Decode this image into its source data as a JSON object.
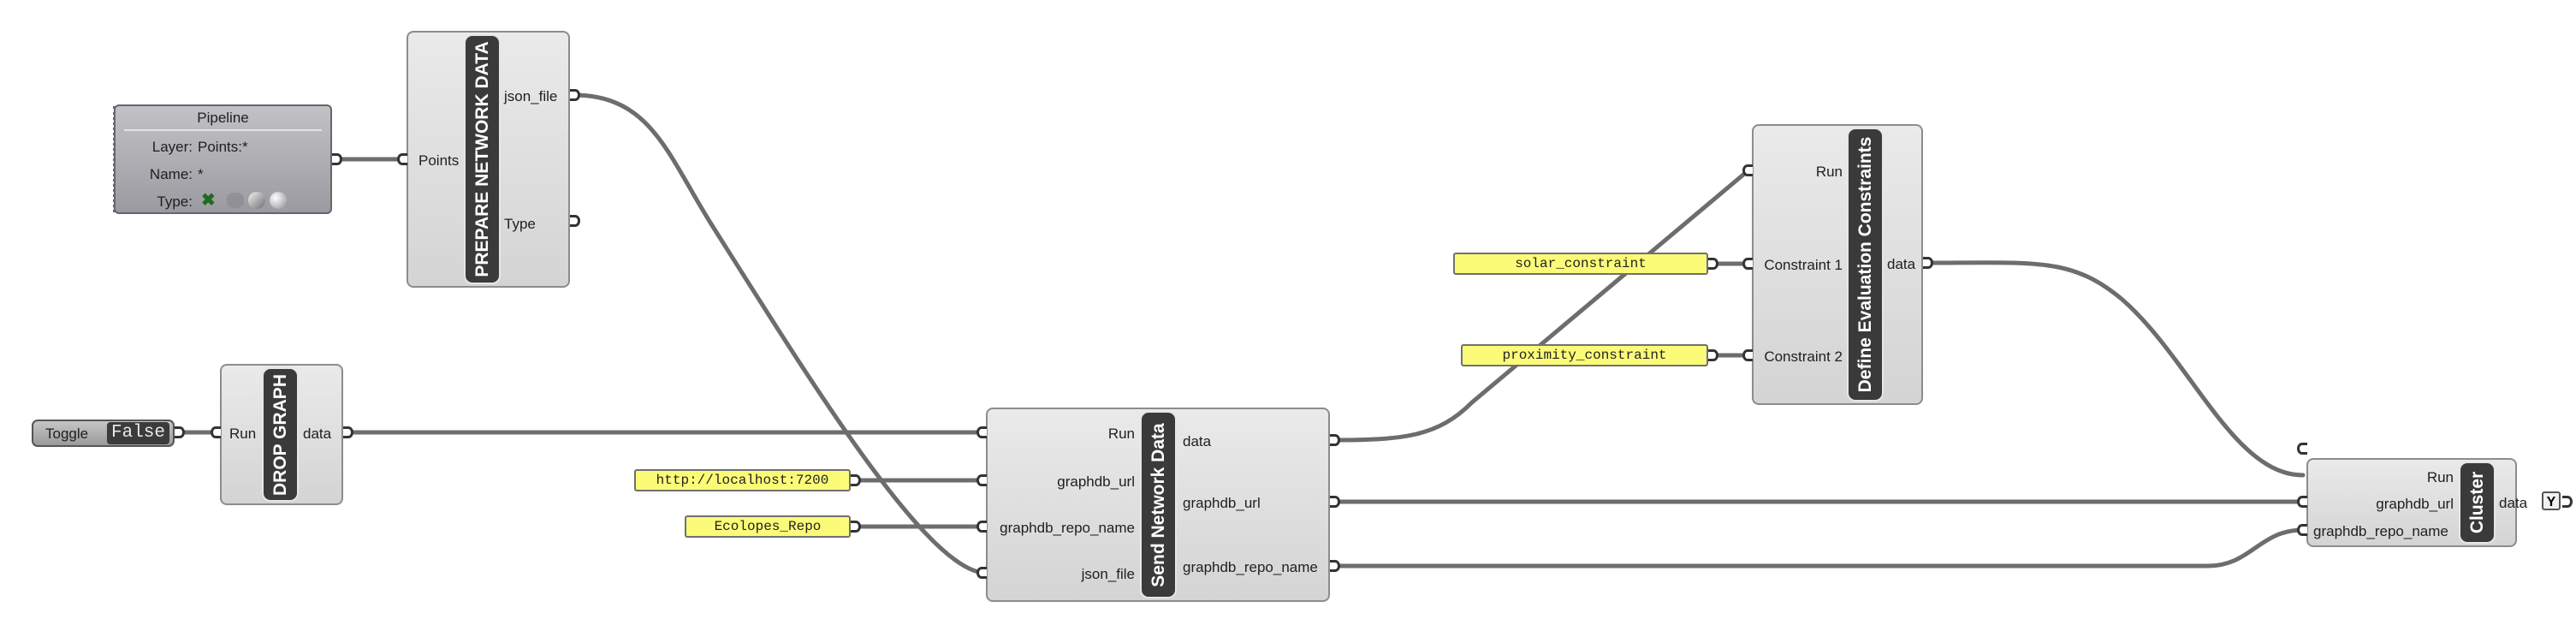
{
  "components": {
    "pipeline": {
      "title": "Pipeline",
      "layer_label": "Layer:",
      "layer_value": "Points:*",
      "name_label": "Name:",
      "name_value": "*",
      "type_label": "Type:"
    },
    "prepare": {
      "title": "PREPARE NETWORK DATA",
      "in_points": "Points",
      "out_json": "json_file",
      "out_type": "Type"
    },
    "toggle": {
      "label": "Toggle",
      "value": "False"
    },
    "drop": {
      "title": "DROP GRAPH",
      "in_run": "Run",
      "out_data": "data"
    },
    "panel_url": {
      "text": "http://localhost:7200"
    },
    "panel_repo": {
      "text": "Ecolopes_Repo"
    },
    "send": {
      "title": "Send Network Data",
      "in_run": "Run",
      "in_url": "graphdb_url",
      "in_repo": "graphdb_repo_name",
      "in_json": "json_file",
      "out_data": "data",
      "out_url": "graphdb_url",
      "out_repo": "graphdb_repo_name"
    },
    "panel_solar": {
      "text": "solar_constraint"
    },
    "panel_prox": {
      "text": "proximity_constraint"
    },
    "define": {
      "title": "Define Evaluation Constraints",
      "in_run": "Run",
      "in_c1": "Constraint 1",
      "in_c2": "Constraint 2",
      "out_data": "data"
    },
    "cluster": {
      "title": "Cluster",
      "in_run": "Run",
      "in_url": "graphdb_url",
      "in_repo": "graphdb_repo_name",
      "out_data": "data",
      "icon": "Y"
    }
  },
  "colors": {
    "panel": "#fbfb78",
    "wire": "#6d6d6d",
    "bar": "#3a3a3a"
  }
}
